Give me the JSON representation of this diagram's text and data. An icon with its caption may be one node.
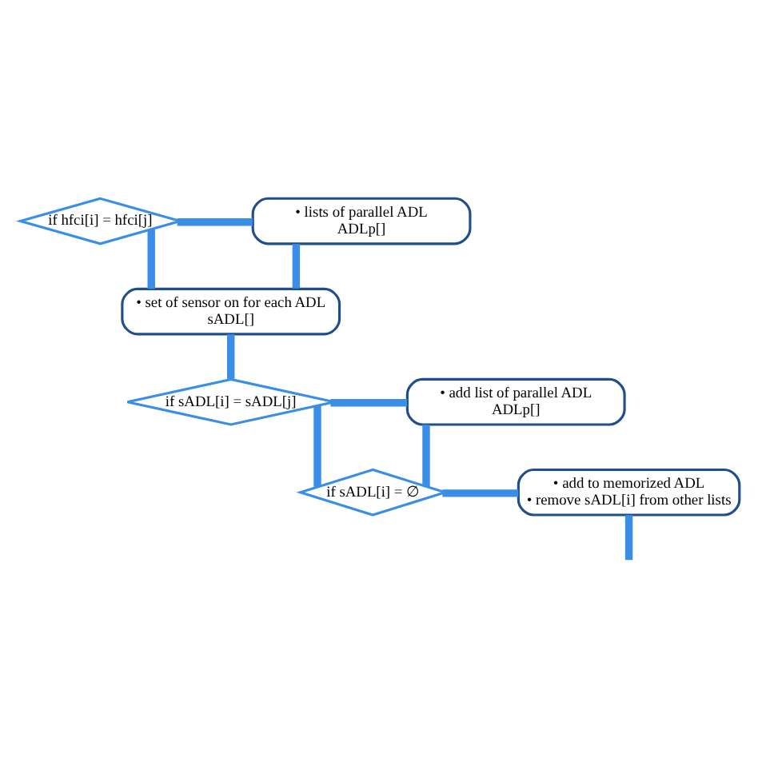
{
  "diagram": {
    "nodes": [
      {
        "text": [
          "if hfci[i] = hfci[j]"
        ]
      },
      {
        "text": [
          "• lists of parallel ADL",
          "ADLp[]"
        ]
      },
      {
        "text": [
          "• set of sensor on for each ADL",
          "sADL[]"
        ]
      },
      {
        "text": [
          "if sADL[i] = sADL[j]"
        ]
      },
      {
        "text": [
          "• add list of parallel ADL",
          "ADLp[]"
        ]
      },
      {
        "text": [
          "if sADL[i] = ∅"
        ]
      },
      {
        "text": [
          "• add to memorized ADL",
          "• remove sADL[i] from other lists"
        ]
      }
    ],
    "edges": [
      {
        "from": 0,
        "to": 1,
        "arrow": "none"
      },
      {
        "from": 0,
        "to": 2,
        "arrow": "none"
      },
      {
        "from": 1,
        "to": 2,
        "arrow": "none"
      },
      {
        "from": 2,
        "to": 3,
        "arrow": "none"
      },
      {
        "from": 3,
        "to": 4,
        "arrow": "none"
      },
      {
        "from": 3,
        "to": 5,
        "arrow": "none"
      },
      {
        "from": 4,
        "to": 5,
        "arrow": "none"
      },
      {
        "from": 5,
        "to": 6,
        "arrow": "none"
      },
      {
        "from": 6,
        "to": null,
        "arrow": "none"
      }
    ]
  }
}
